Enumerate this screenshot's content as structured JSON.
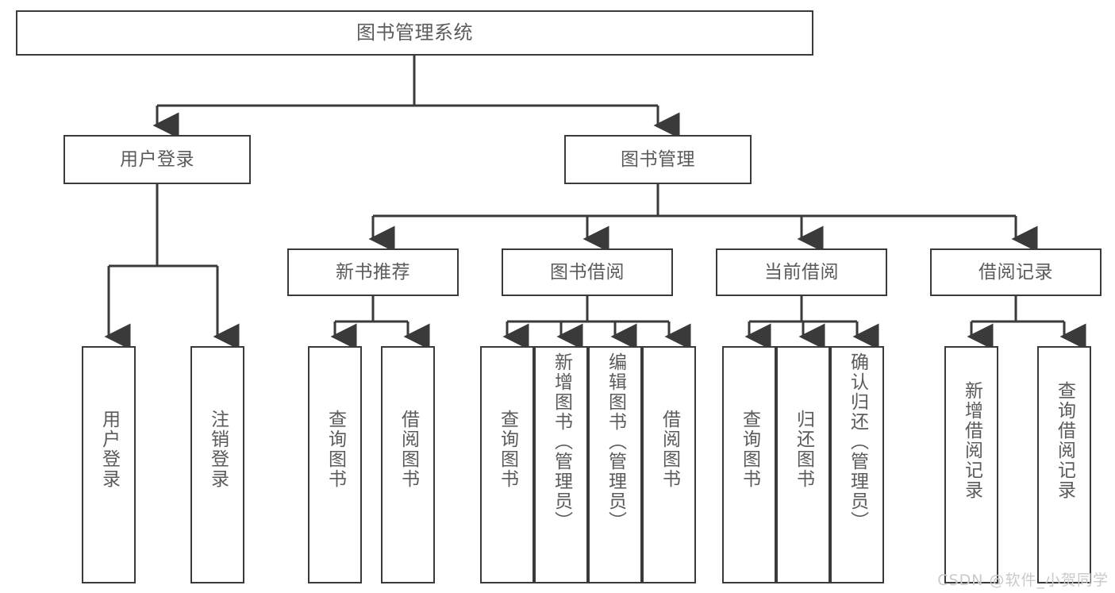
{
  "diagram": {
    "title": "图书管理系统",
    "type": "tree-hierarchy-diagram",
    "colors": {
      "box_border": "#3a3a3a",
      "box_fill": "#ffffff",
      "text": "#5b5b5b",
      "connector": "#3a3a3a",
      "background": "#ffffff",
      "watermark": "#c9c9c9"
    },
    "levels": {
      "root": {
        "label": "图书管理系统"
      },
      "level2": [
        {
          "id": "user-login",
          "label": "用户登录"
        },
        {
          "id": "book-manage",
          "label": "图书管理"
        }
      ],
      "level3": [
        {
          "id": "new-book-rec",
          "label": "新书推荐"
        },
        {
          "id": "book-borrow",
          "label": "图书借阅"
        },
        {
          "id": "current-borrow",
          "label": "当前借阅"
        },
        {
          "id": "borrow-record",
          "label": "借阅记录"
        }
      ],
      "leaves": {
        "user-login": [
          {
            "id": "leaf-user-login",
            "label": "用户登录"
          },
          {
            "id": "leaf-logout",
            "label": "注销登录"
          }
        ],
        "new-book-rec": [
          {
            "id": "leaf-query-book-1",
            "label": "查询图书"
          },
          {
            "id": "leaf-borrow-book-1",
            "label": "借阅图书"
          }
        ],
        "book-borrow": [
          {
            "id": "leaf-query-book-2",
            "label": "查询图书"
          },
          {
            "id": "leaf-add-book",
            "label": "新增图书（管理员）"
          },
          {
            "id": "leaf-edit-book",
            "label": "编辑图书（管理员）"
          },
          {
            "id": "leaf-borrow-book-2",
            "label": "借阅图书"
          }
        ],
        "current-borrow": [
          {
            "id": "leaf-query-book-3",
            "label": "查询图书"
          },
          {
            "id": "leaf-return-book",
            "label": "归还图书"
          },
          {
            "id": "leaf-confirm-return",
            "label": "确认归还（管理员）"
          }
        ],
        "borrow-record": [
          {
            "id": "leaf-add-record",
            "label": "新增借阅记录"
          },
          {
            "id": "leaf-query-record",
            "label": "查询借阅记录"
          }
        ]
      }
    }
  },
  "watermark": {
    "text": "CSDN @软件_小贺同学"
  }
}
